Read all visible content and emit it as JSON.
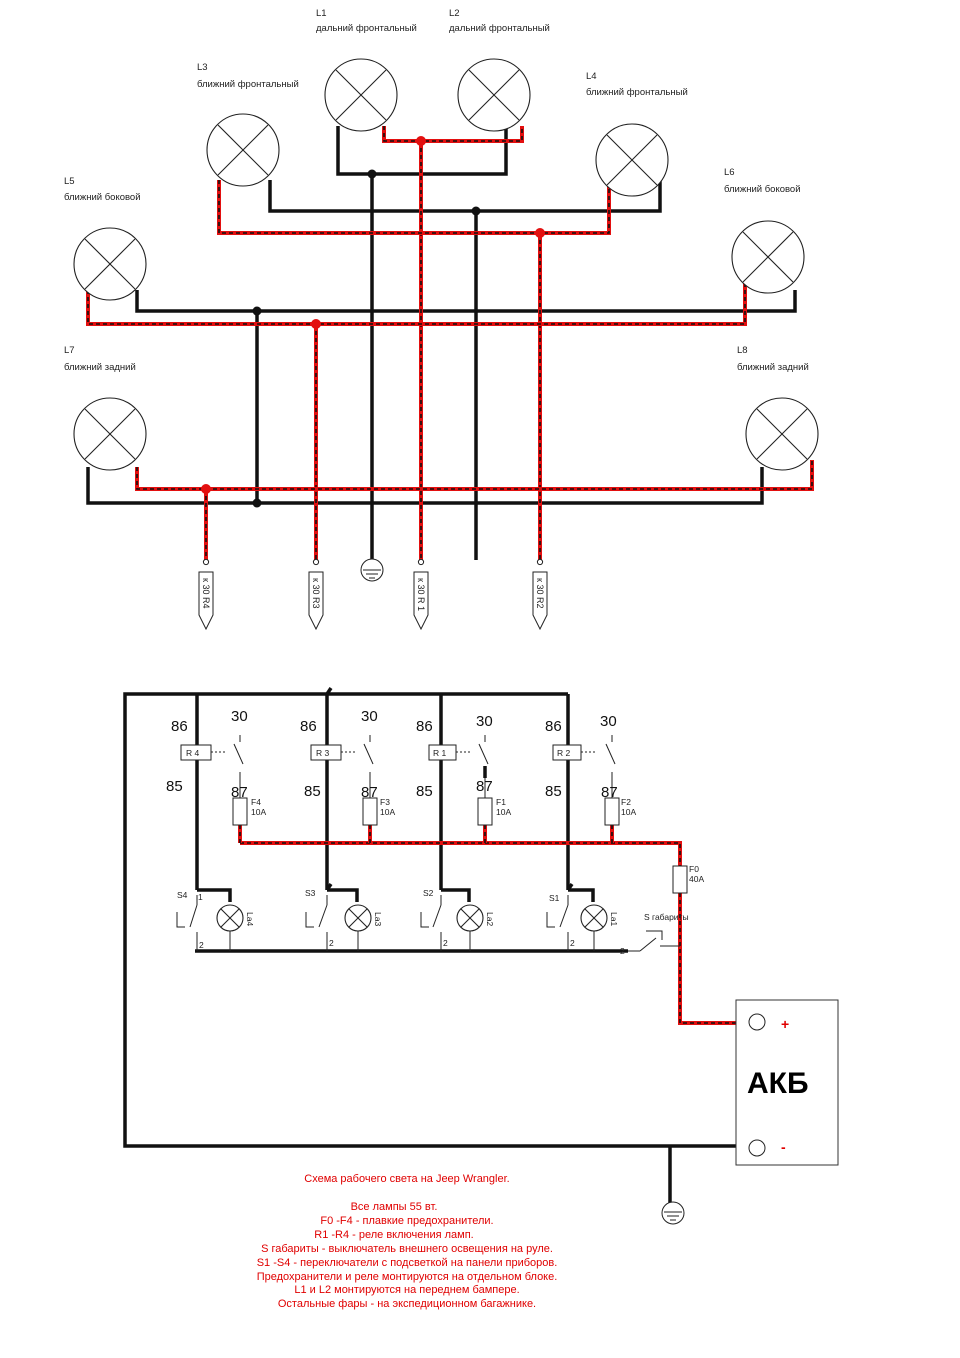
{
  "lamps": {
    "L1": {
      "code": "L1",
      "desc": "дальний фронтальный"
    },
    "L2": {
      "code": "L2",
      "desc": "дальний фронтальный"
    },
    "L3": {
      "code": "L3",
      "desc": "ближний фронтальный"
    },
    "L4": {
      "code": "L4",
      "desc": "ближний фронтальный"
    },
    "L5": {
      "code": "L5",
      "desc": "ближний боковой"
    },
    "L6": {
      "code": "L6",
      "desc": "ближний боковой"
    },
    "L7": {
      "code": "L7",
      "desc": "ближний задний"
    },
    "L8": {
      "code": "L8",
      "desc": "ближний задний"
    }
  },
  "connectors": {
    "r4": "к 30 R4",
    "r3": "к 30 R3",
    "r1": "к 30 R 1",
    "r2": "к 30 R2"
  },
  "relays": {
    "r4": {
      "name": "R 4",
      "p86": "86",
      "p30": "30",
      "p85": "85",
      "p87": "87"
    },
    "r3": {
      "name": "R 3",
      "p86": "86",
      "p30": "30",
      "p85": "85",
      "p87": "87"
    },
    "r1": {
      "name": "R 1",
      "p86": "86",
      "p30": "30",
      "p85": "85",
      "p87": "87"
    },
    "r2": {
      "name": "R 2",
      "p86": "86",
      "p30": "30",
      "p85": "85",
      "p87": "87"
    }
  },
  "fuses": {
    "f4": {
      "name": "F4",
      "rating": "10A"
    },
    "f3": {
      "name": "F3",
      "rating": "10A"
    },
    "f1": {
      "name": "F1",
      "rating": "10A"
    },
    "f2": {
      "name": "F2",
      "rating": "10A"
    },
    "f0": {
      "name": "F0",
      "rating": "40A"
    }
  },
  "switches": {
    "s4": "S4",
    "s3": "S3",
    "s2": "S2",
    "s1": "S1",
    "sg": "S габариты",
    "pin1": "1",
    "pin2": "2"
  },
  "indicators": {
    "la4": "La4",
    "la3": "La3",
    "la2": "La2",
    "la1": "La1"
  },
  "battery": {
    "name": "АКБ",
    "plus": "+",
    "minus": "-"
  },
  "notes": [
    "Схема рабочего света на Jeep Wrangler.",
    "Все лампы 55 вт.",
    "F0 -F4 - плавкие предохранители.",
    "R1 -R4 - реле включения ламп.",
    "S габариты - выключатель внешнего освещения на руле.",
    "S1 -S4 - переключатели с подсветкой на панели приборов.",
    "Предохранители  и реле монтируются на отдельном блоке.",
    "L1 и L2 монтируются на переднем бампере.",
    "Остальные фары - на экспедиционном багажнике."
  ],
  "colors": {
    "positive_wire": "#e31010",
    "ground_wire": "#111111",
    "notes": "#e00000"
  }
}
